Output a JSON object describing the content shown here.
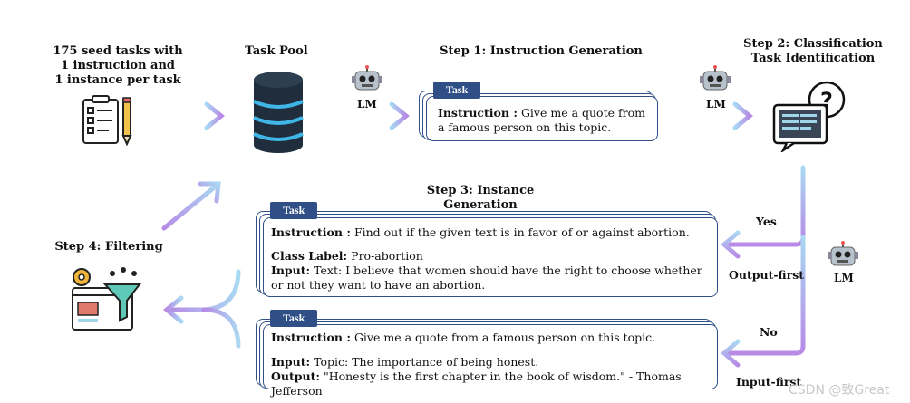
{
  "seed": {
    "lines": [
      "175 seed tasks with",
      "1 instruction and",
      "1 instance per task"
    ]
  },
  "task_pool": {
    "title": "Task Pool"
  },
  "lm_label": "LM",
  "step1": {
    "title": "Step 1: Instruction Generation",
    "tag": "Task",
    "instruction_label": "Instruction :",
    "instruction_text": "Give me a quote from a famous person on this topic."
  },
  "step2": {
    "title_lines": [
      "Step 2: Classification",
      "Task Identification"
    ]
  },
  "step3": {
    "title": "Step 3: Instance Generation"
  },
  "step4": {
    "title": "Step 4: Filtering"
  },
  "output_first": {
    "branch_label": "Yes",
    "mode_label": "Output-first",
    "tag": "Task",
    "instruction_label": "Instruction :",
    "instruction_text": "Find out if the given text is in favor of or against abortion.",
    "class_label": "Class Label:",
    "class_value": "Pro-abortion",
    "input_label": "Input:",
    "input_text": "Text: I believe that women should have the right to choose whether or not they want to have an abortion."
  },
  "input_first": {
    "branch_label": "No",
    "mode_label": "Input-first",
    "tag": "Task",
    "instruction_label": "Instruction :",
    "instruction_text": "Give me a quote from a famous person on this topic.",
    "input_label": "Input:",
    "input_text": "Topic: The importance of being honest.",
    "output_label": "Output:",
    "output_text": "\"Honesty is the first chapter in the book of wisdom.\" - Thomas Jefferson"
  },
  "watermark": "CSDN @致Great",
  "icons": {
    "seed": "checklist-icon",
    "pool": "database-icon",
    "robot": "robot-icon",
    "classify": "question-monitor-icon",
    "filter": "filter-funnel-icon"
  },
  "colors": {
    "arrow_start": "#9fd0f0",
    "arrow_end": "#b98be8",
    "tag_bg": "#2f4f86"
  }
}
